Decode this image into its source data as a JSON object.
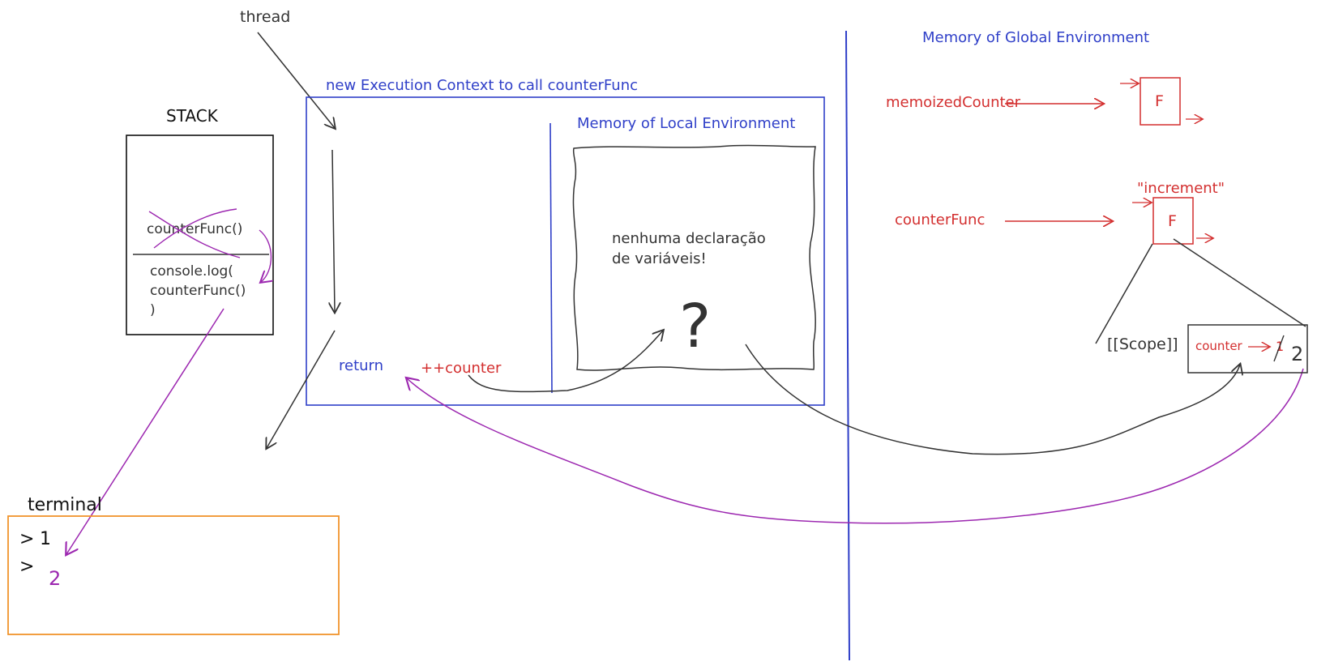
{
  "labels": {
    "thread": "thread",
    "stack_title": "STACK",
    "stack_item_top": "counterFunc()",
    "stack_item_bottom_1": "console.log(",
    "stack_item_bottom_2": "counterFunc()",
    "stack_item_bottom_3": ")",
    "execution_context_title": "new Execution Context to call counterFunc",
    "local_memory_title": "Memory of Local Environment",
    "local_memory_note_1": "nenhuma declaração",
    "local_memory_note_2": "de variáveis!",
    "question_mark": "?",
    "return_keyword": "return",
    "return_expression": "++counter",
    "terminal_title": "terminal",
    "terminal_line_1_prompt": ">",
    "terminal_line_1_value": "1",
    "terminal_line_2_prompt": ">",
    "terminal_line_2_value": "2",
    "global_memory_title": "Memory of Global Environment",
    "memoized_counter_label": "memoizedCounter",
    "function_box_label_1": "F",
    "increment_label": "\"increment\"",
    "counter_func_label": "counterFunc",
    "function_box_label_2": "F",
    "scope_label": "[[Scope]]",
    "scope_counter_label": "counter",
    "scope_counter_old_value": "1",
    "scope_counter_new_value": "2"
  },
  "colors": {
    "blue": "#2f3fc8",
    "red": "#d32f2f",
    "dark": "#333333",
    "purple": "#9c27b0",
    "orange": "#f0932b"
  }
}
